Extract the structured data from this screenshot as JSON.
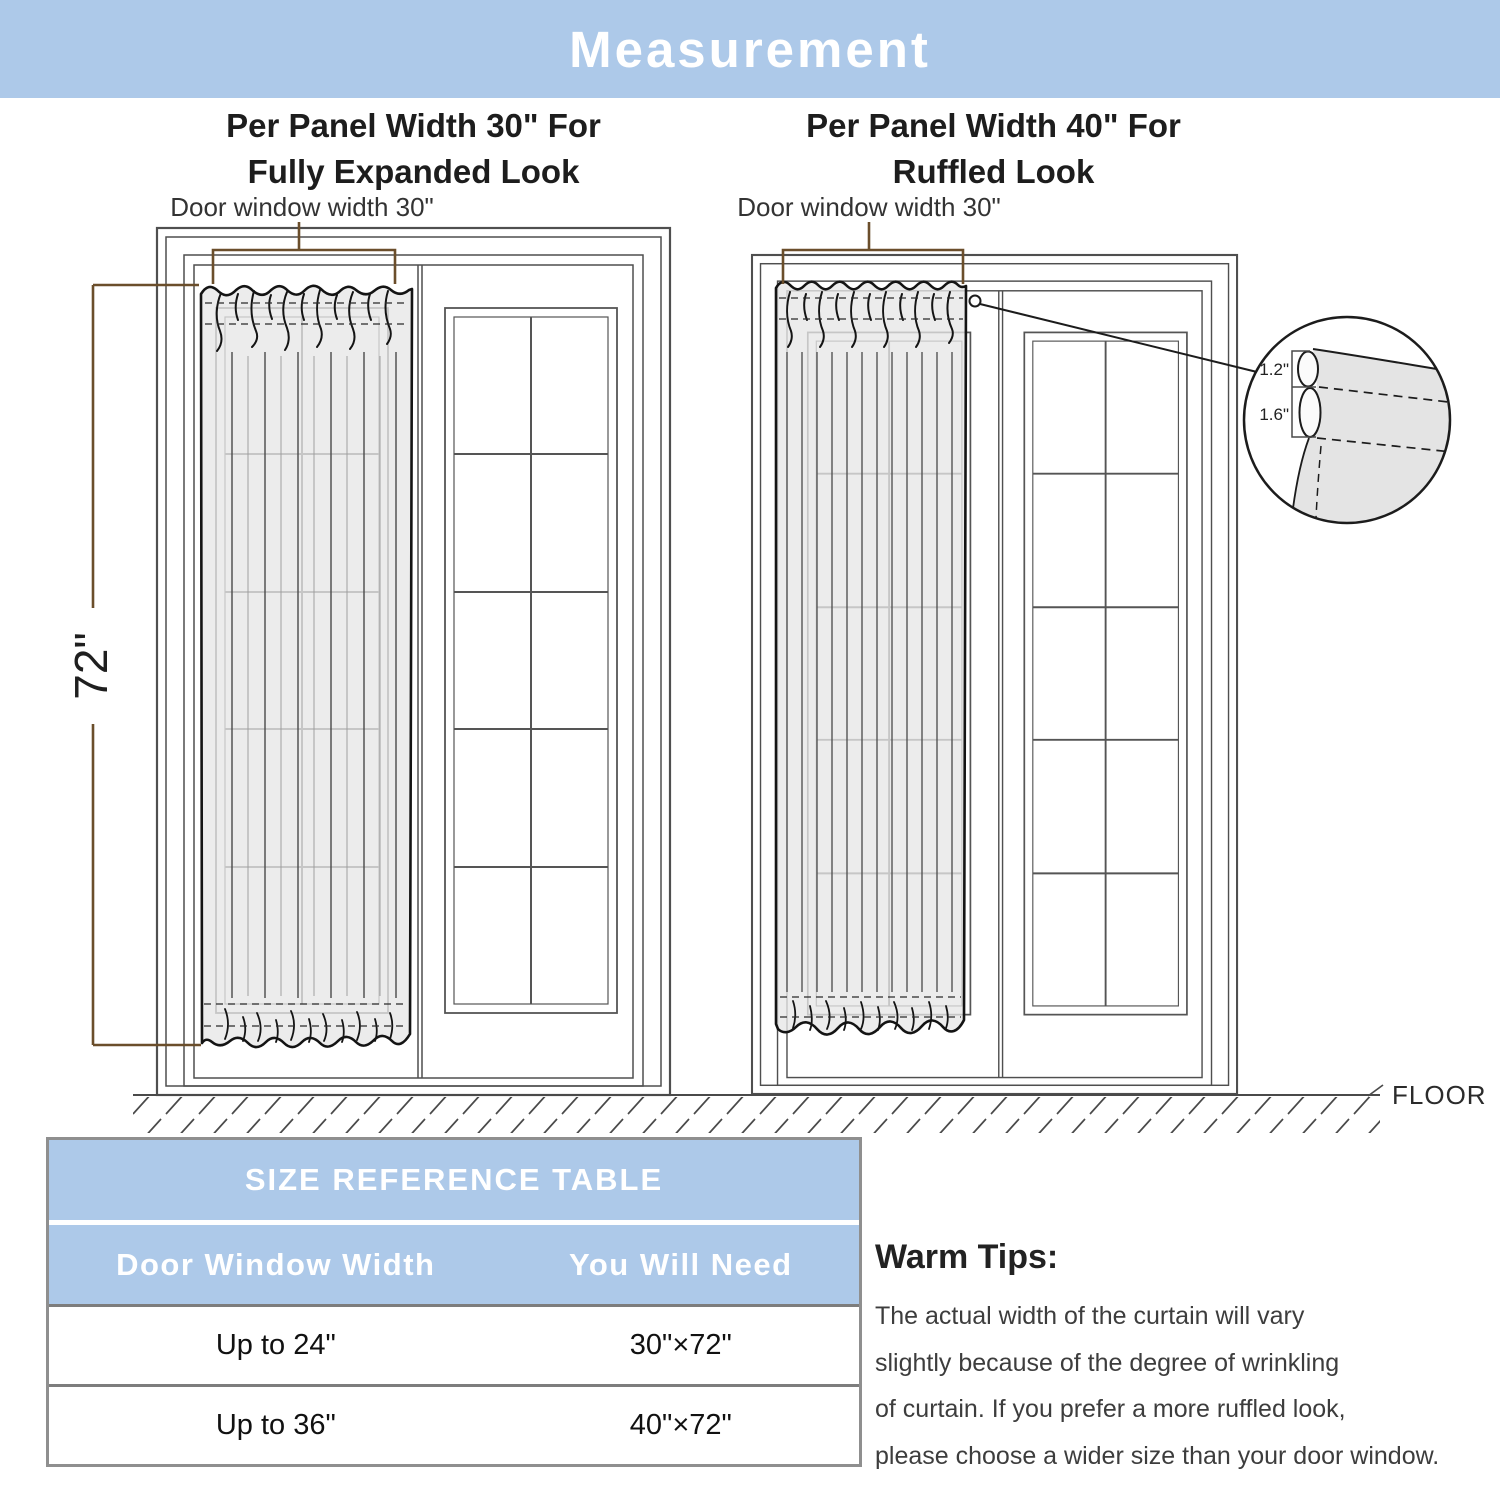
{
  "banner": {
    "title": "Measurement"
  },
  "colors": {
    "accent_blue": "#adc9e9",
    "dimension_brown": "#6b4e2b",
    "curtain_gray": "#e7e7e7",
    "line_gray": "#4f4f4f"
  },
  "diagrams": {
    "left": {
      "heading_line1": "Per Panel Width 30\" For",
      "heading_line2": "Fully Expanded Look",
      "window_label": "Door window width 30\"",
      "height_label": "72\""
    },
    "right": {
      "heading_line1": "Per Panel Width 40\" For",
      "heading_line2": "Ruffled Look",
      "window_label": "Door window width 30\"",
      "header_depth_label": "1.2\"",
      "pocket_depth_label": "1.6\""
    },
    "floor_label": "FLOOR"
  },
  "size_table": {
    "title": "SIZE REFERENCE TABLE",
    "columns": [
      "Door Window Width",
      "You Will Need"
    ],
    "rows": [
      [
        "Up to 24\"",
        "30\"×72\""
      ],
      [
        "Up to 36\"",
        "40\"×72\""
      ]
    ]
  },
  "warm_tips": {
    "title": "Warm Tips:",
    "lines": [
      "The actual width of the curtain will vary",
      "slightly because of the degree of wrinkling",
      "of curtain. If you prefer a more ruffled look,",
      "please choose a wider size than your door window."
    ]
  }
}
